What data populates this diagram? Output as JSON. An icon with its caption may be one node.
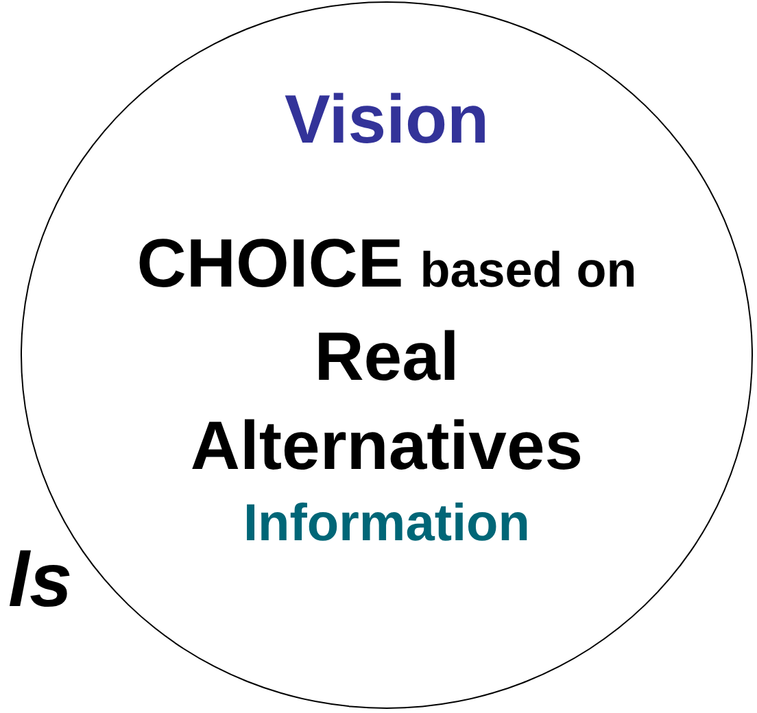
{
  "diagram": {
    "nodes": [
      {
        "text": [
          "Vision",
          "CHOICE",
          "based on",
          "Real Alternatives",
          "Information"
        ]
      }
    ],
    "labels": [
      "ls"
    ]
  }
}
